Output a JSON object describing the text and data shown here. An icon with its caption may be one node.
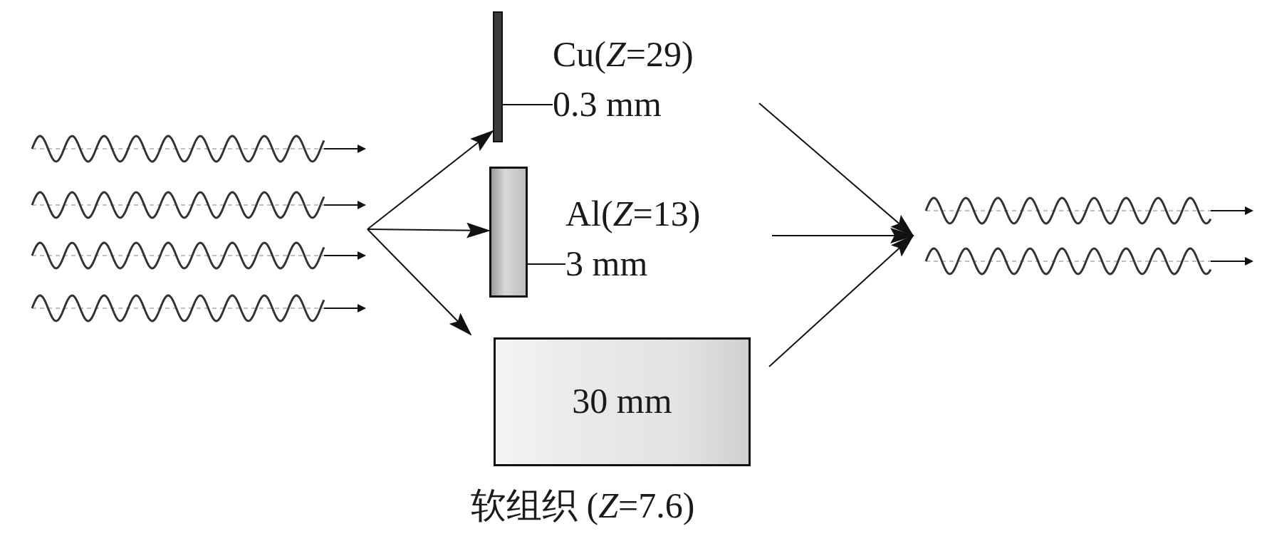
{
  "diagram": {
    "nodes": [
      {
        "text": [],
        "shape": "picture"
      },
      {
        "text": [],
        "shape": "bar"
      },
      {
        "text": [
          "Cu(*Z*=29)",
          "0.3 mm"
        ]
      },
      {
        "text": [],
        "shape": "bar"
      },
      {
        "text": [
          "Al(*Z*=13)",
          "3 mm"
        ]
      },
      {
        "text": [
          "30 mm",
          "软组织 (*Z*=7.6)"
        ]
      },
      {
        "text": [],
        "shape": "picture"
      }
    ],
    "edges": [
      {
        "from": 0,
        "to": 1,
        "arrow": "to"
      },
      {
        "from": 0,
        "to": 3,
        "arrow": "to"
      },
      {
        "from": 0,
        "to": 5,
        "arrow": "to"
      },
      {
        "from": 2,
        "to": 1,
        "arrow": "none"
      },
      {
        "from": 4,
        "to": 3,
        "arrow": "none"
      },
      {
        "from": 2,
        "to": 6,
        "arrow": "to"
      },
      {
        "from": 4,
        "to": 6,
        "arrow": "to"
      },
      {
        "from": 5,
        "to": 6,
        "arrow": "to"
      }
    ]
  }
}
